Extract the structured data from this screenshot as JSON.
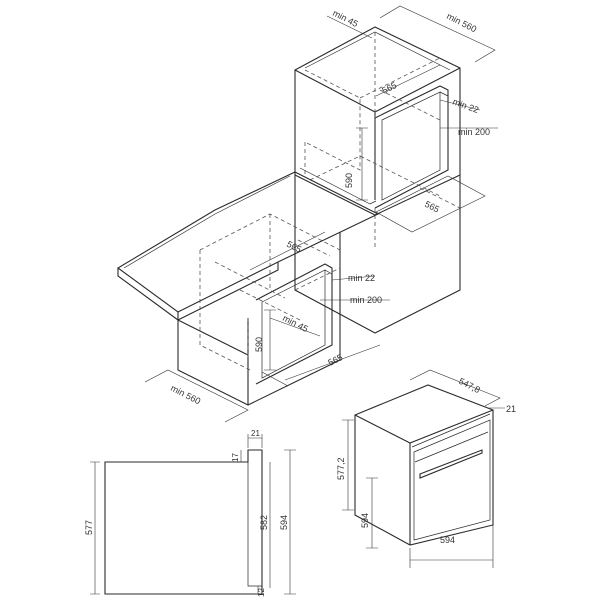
{
  "dimensions": {
    "top_min560": "min 560",
    "top_min45": "min 45",
    "top_565_upper": "565",
    "top_min22": "min 22",
    "top_min200": "min 200",
    "top_590": "590",
    "top_565_right": "565",
    "mid_565": "565",
    "mid_min22": "min 22",
    "mid_min200": "min 200",
    "mid_590": "590",
    "mid_min45": "min 45",
    "mid_565_bottom": "565",
    "mid_min560": "min 560",
    "side_21": "21",
    "side_17": "17",
    "side_577": "577",
    "side_582": "582",
    "side_594": "594",
    "side_12": "12",
    "iso_5478": "547,8",
    "iso_21": "21",
    "iso_5772": "577,2",
    "iso_594_v": "594",
    "iso_594_h": "594"
  }
}
